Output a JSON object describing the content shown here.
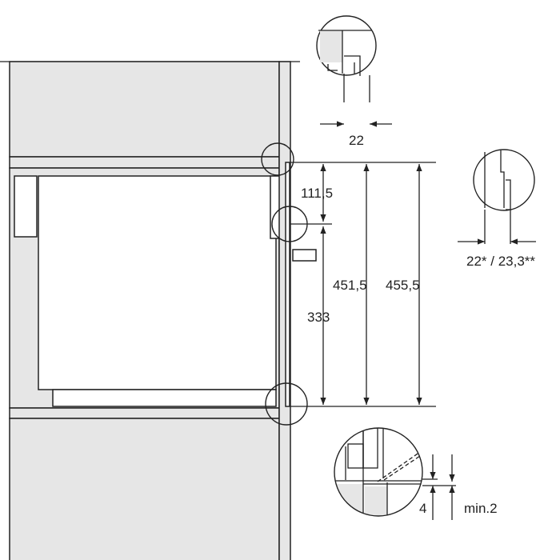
{
  "diagram": {
    "title": "Built-in oven niche dimensions",
    "dimensions": {
      "top_gap": "111,5",
      "lower_height": "333",
      "inner_height": "451,5",
      "niche_height": "455,5",
      "top_detail_depth": "22",
      "side_detail_depth": "22* / 23,3**",
      "bottom_detail_gap": "4",
      "bottom_detail_min": "min.2"
    },
    "colors": {
      "cabinet_fill": "#e6e6e6",
      "line": "#222222"
    }
  }
}
